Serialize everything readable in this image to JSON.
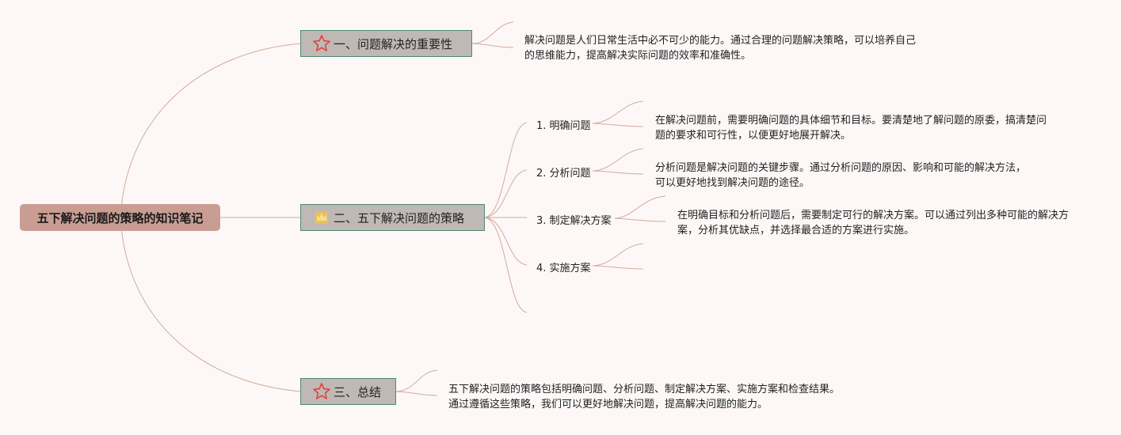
{
  "root": {
    "title": "五下解决问题的策略的知识笔记"
  },
  "branches": [
    {
      "title": "一、问题解决的重要性",
      "icon": "star-icon",
      "text": "解决问题是人们日常生活中必不可少的能力。通过合理的问题解决策略，可以培养自己的思维能力，提高解决实际问题的效率和准确性。"
    },
    {
      "title": "二、五下解决问题的策略",
      "icon": "crown-icon",
      "children": [
        {
          "title": "1. 明确问题",
          "text": "在解决问题前，需要明确问题的具体细节和目标。要清楚地了解问题的原委，搞清楚问题的要求和可行性，以便更好地展开解决。"
        },
        {
          "title": "2. 分析问题",
          "text": "分析问题是解决问题的关键步骤。通过分析问题的原因、影响和可能的解决方法，可以更好地找到解决问题的途径。"
        },
        {
          "title": "3. 制定解决方案",
          "text": "在明确目标和分析问题后，需要制定可行的解决方案。可以通过列出多种可能的解决方案，分析其优缺点，并选择最合适的方案进行实施。"
        },
        {
          "title": "4. 实施方案",
          "text": ""
        }
      ]
    },
    {
      "title": "三、总结",
      "icon": "star-icon",
      "text": "五下解决问题的策略包括明确问题、分析问题、制定解决方案、实施方案和检查结果。通过遵循这些策略，我们可以更好地解决问题，提高解决问题的能力。"
    }
  ],
  "colors": {
    "link": "#d4a99f",
    "root_bg": "#c99d92",
    "branch_bg": "#c0b8b5",
    "branch_border": "#4f8a73",
    "star": "#e0413a",
    "crown": "#f0c24a"
  }
}
